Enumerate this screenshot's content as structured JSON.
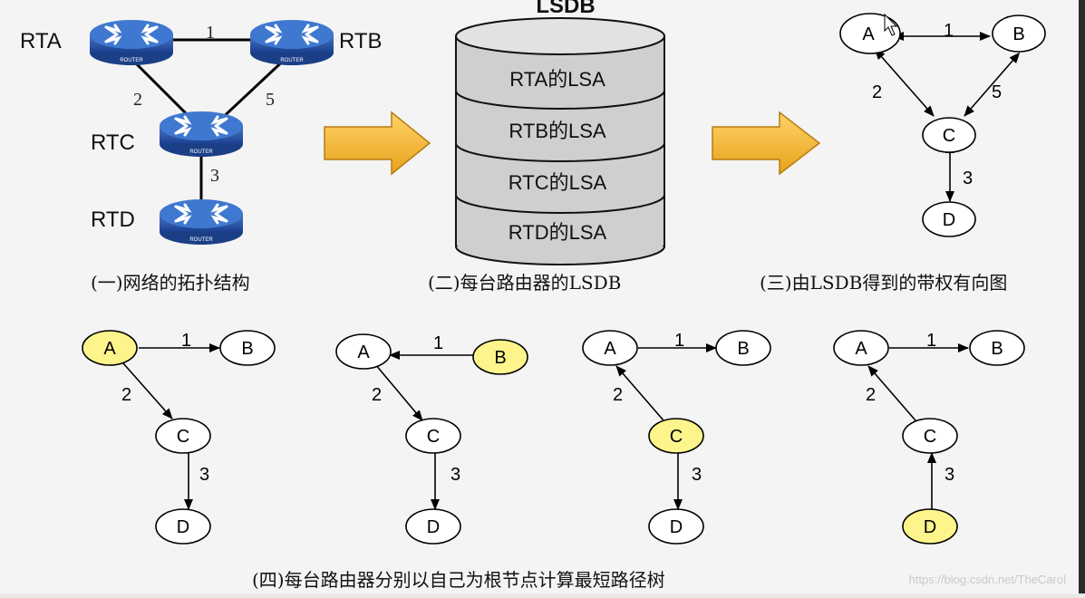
{
  "topology": {
    "routers": [
      {
        "name": "RTA",
        "badge": "ROUTER"
      },
      {
        "name": "RTB",
        "badge": "ROUTER"
      },
      {
        "name": "RTC",
        "badge": "ROUTER"
      },
      {
        "name": "RTD",
        "badge": "ROUTER"
      }
    ],
    "link_costs": {
      "ab": "1",
      "ac": "2",
      "bc": "5",
      "cd": "3"
    },
    "caption": "(一)网络的拓扑结构"
  },
  "lsdb": {
    "title": "LSDB",
    "entries": [
      "RTA的LSA",
      "RTB的LSA",
      "RTC的LSA",
      "RTD的LSA"
    ],
    "caption": "(二)每台路由器的LSDB"
  },
  "graph": {
    "nodes": {
      "a": "A",
      "b": "B",
      "c": "C",
      "d": "D"
    },
    "weights": {
      "ab": "1",
      "ac": "2",
      "bc": "5",
      "cd": "3"
    },
    "caption": "(三)由LSDB得到的带权有向图"
  },
  "trees": {
    "highlight_color": "#fdf58c",
    "roots": [
      "A",
      "B",
      "C",
      "D"
    ],
    "caption": "(四)每台路由器分别以自己为根节点计算最短路径树"
  },
  "watermark": "https://blog.csdn.net/TheCarol"
}
